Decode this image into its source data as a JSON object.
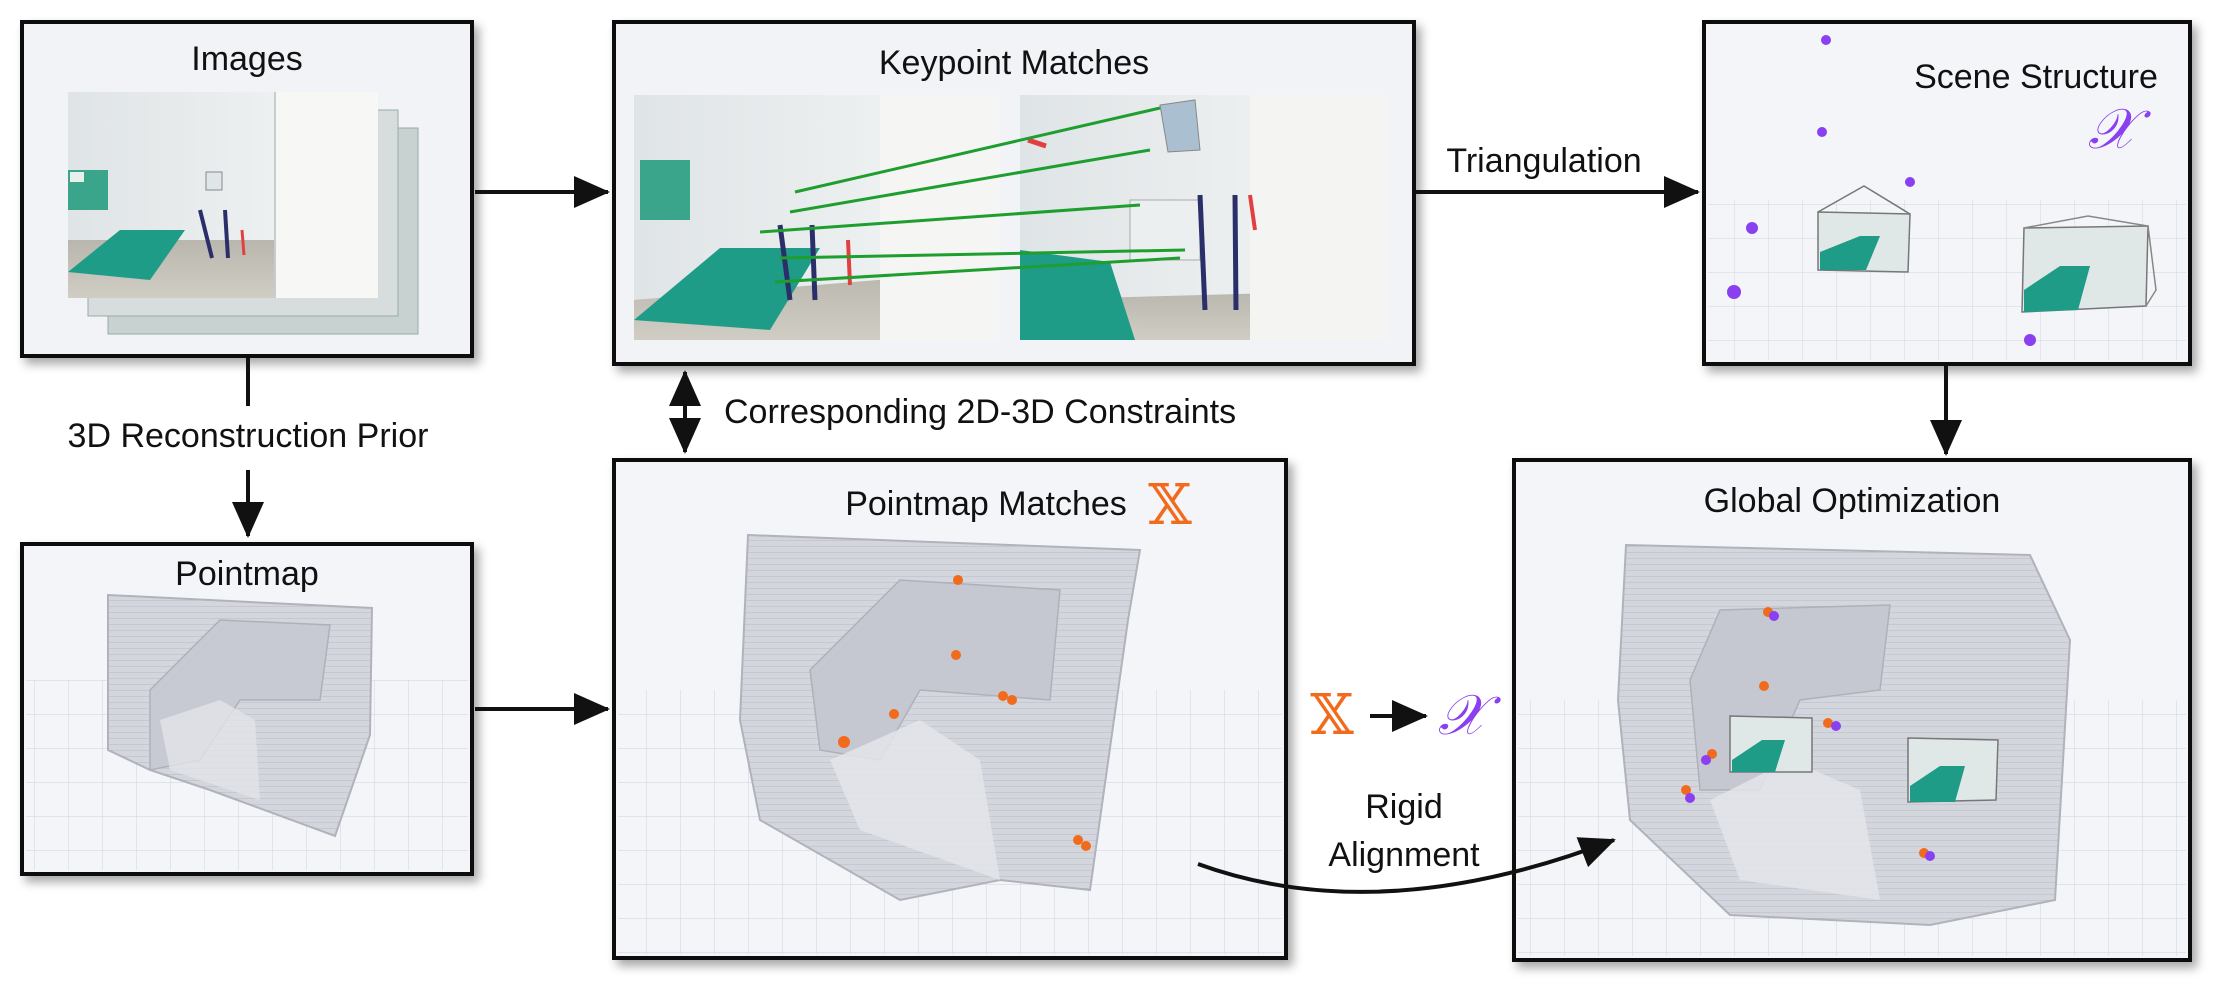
{
  "labels": {
    "images": "Images",
    "keypoint_matches": "Keypoint Matches",
    "scene_structure": "Scene Structure",
    "pointmap": "Pointmap",
    "pointmap_matches": "Pointmap Matches",
    "global_optimization": "Global Optimization",
    "triangulation": "Triangulation",
    "reconstruction_prior": "3D Reconstruction Prior",
    "constraints": "Corresponding 2D-3D Constraints",
    "rigid": "Rigid",
    "alignment": "Alignment"
  },
  "symbols": {
    "pointmap_X": "𝕏",
    "structure_X": "𝒳"
  },
  "colors": {
    "orange": "#f26a1b",
    "purple": "#8a3ff0",
    "match_line": "#1e9e2e",
    "teal": "#1a9c8a",
    "grid": "#d4d9e2",
    "point_cloud": "#c3c6cf"
  },
  "icons": {
    "arrow": "arrow-icon"
  }
}
